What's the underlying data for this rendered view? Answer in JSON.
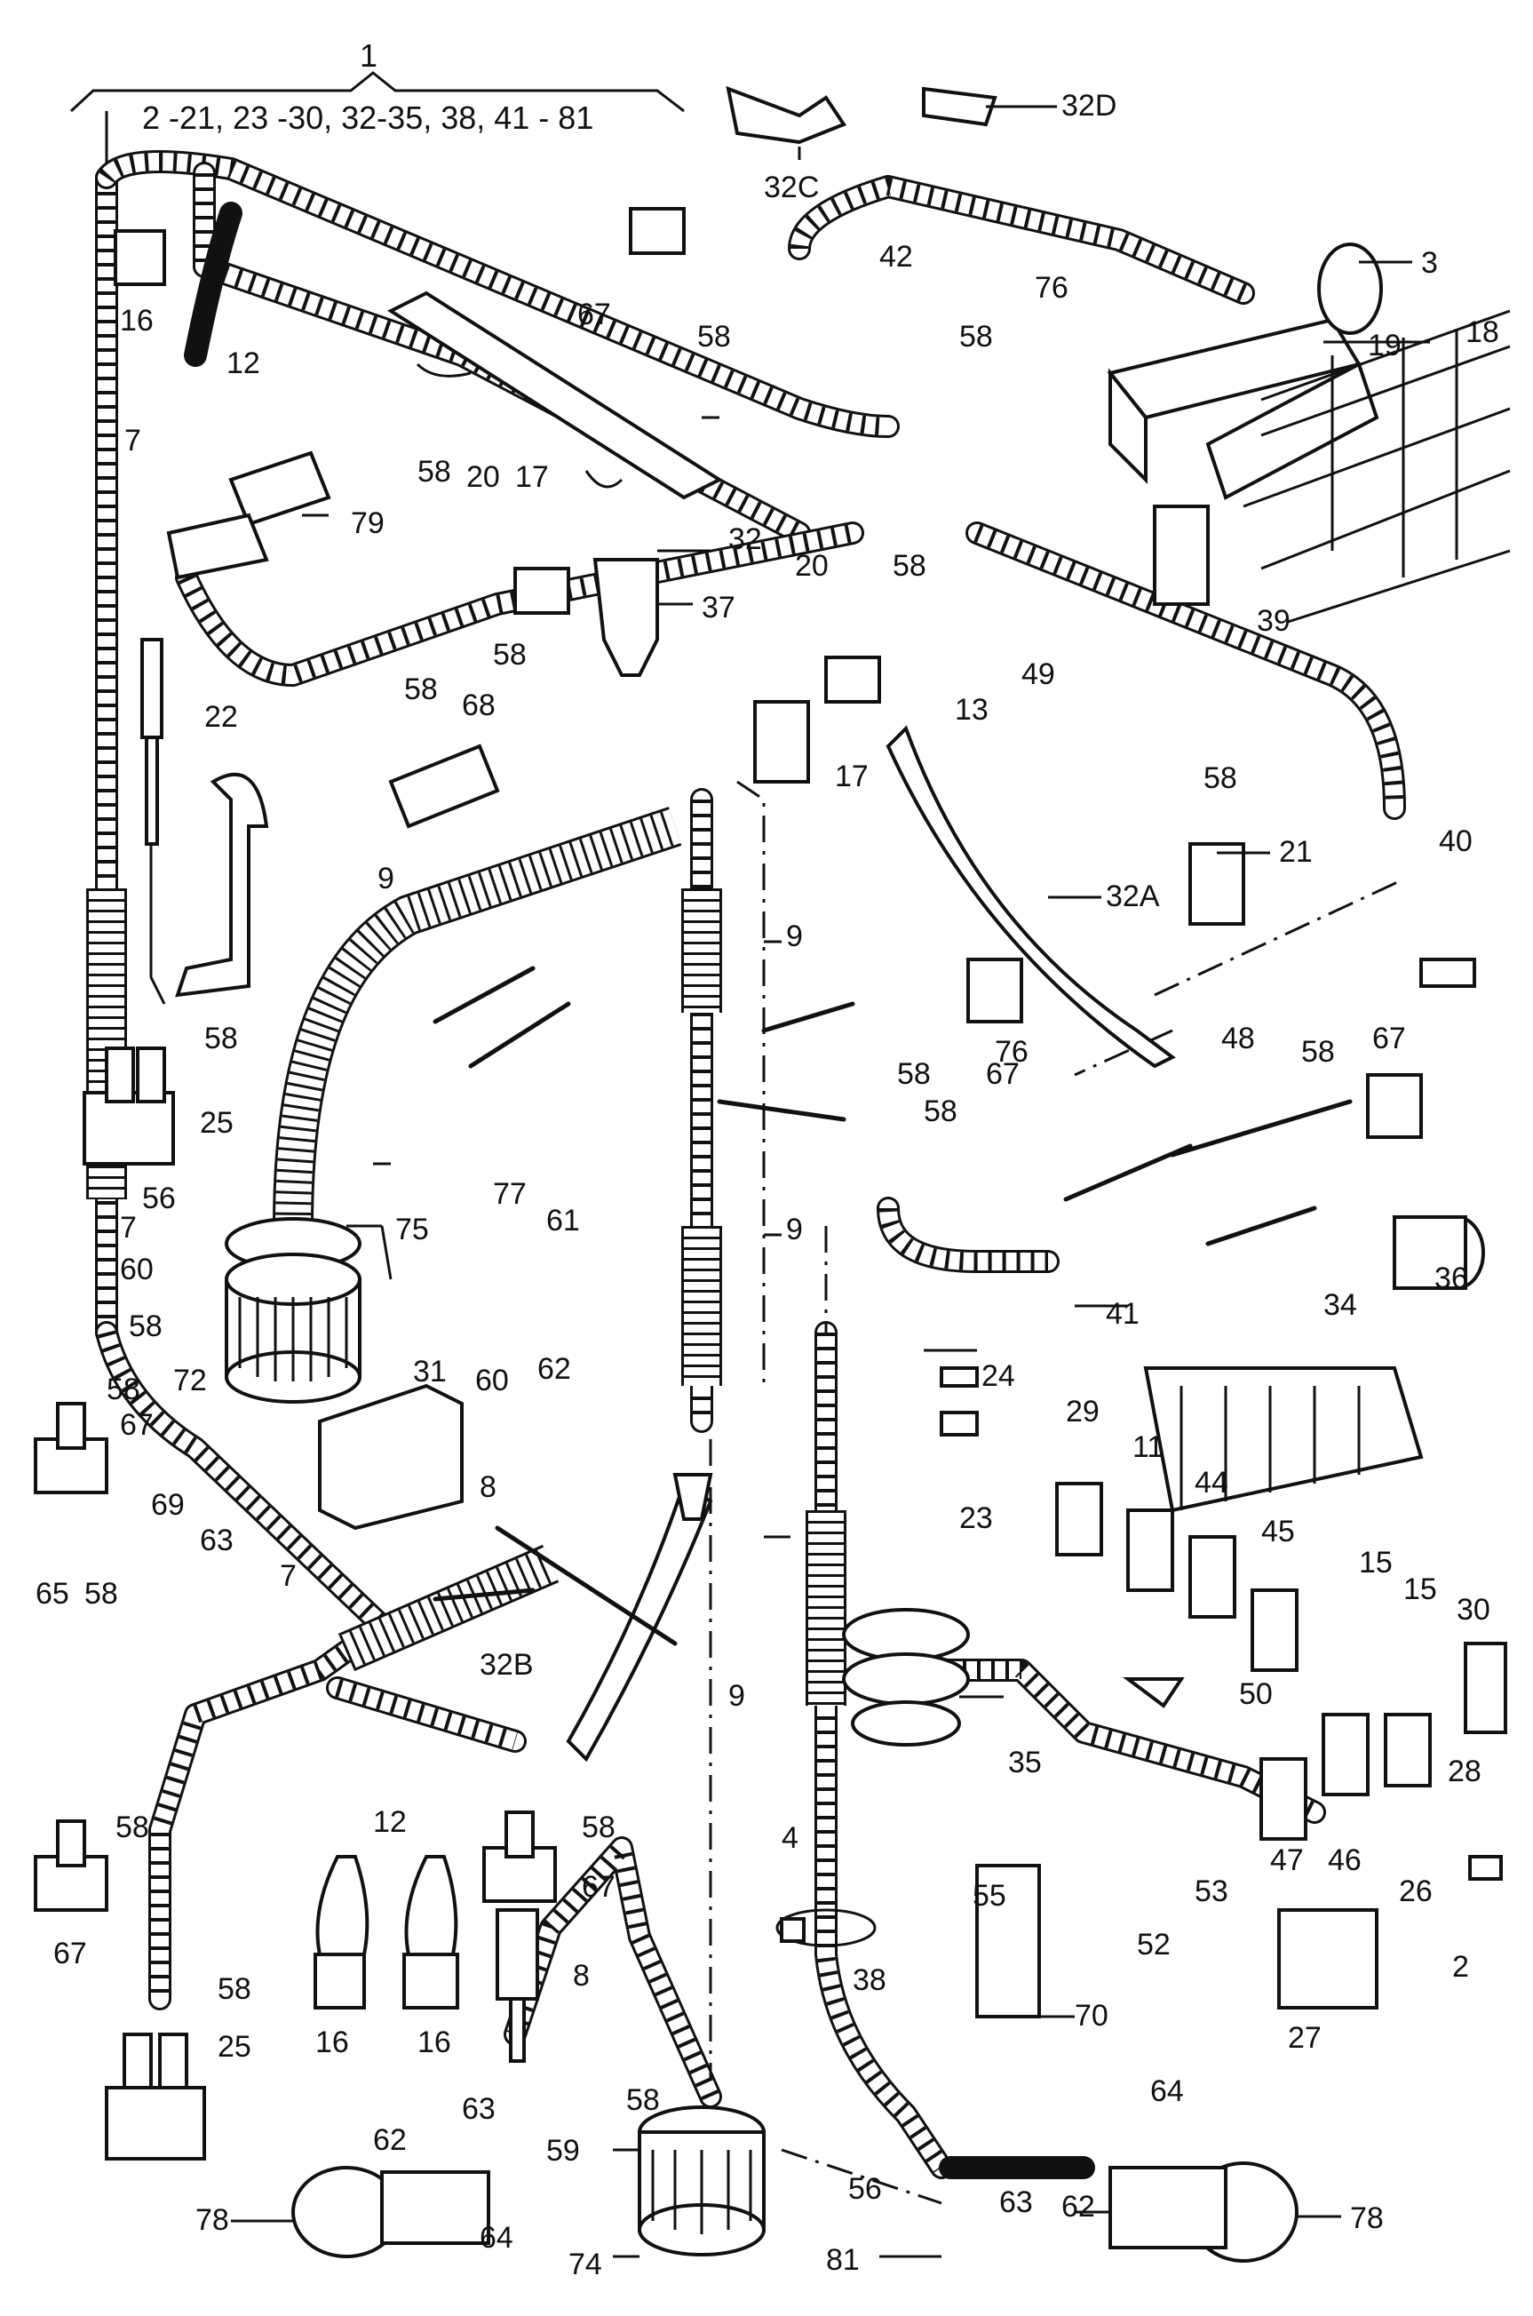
{
  "header": {
    "assembly_number": "1",
    "assembly_range": "2 -21, 23 -30, 32-35, 38, 41 - 81"
  },
  "labels": [
    {
      "id": "3",
      "text": "3"
    },
    {
      "id": "18",
      "text": "18"
    },
    {
      "id": "19",
      "text": "19"
    },
    {
      "id": "32C",
      "text": "32C"
    },
    {
      "id": "32D",
      "text": "32D"
    },
    {
      "id": "42",
      "text": "42"
    },
    {
      "id": "76a",
      "text": "76"
    },
    {
      "id": "67a",
      "text": "67"
    },
    {
      "id": "58a",
      "text": "58"
    },
    {
      "id": "58b",
      "text": "58"
    },
    {
      "id": "16a",
      "text": "16"
    },
    {
      "id": "12a",
      "text": "12"
    },
    {
      "id": "7a",
      "text": "7"
    },
    {
      "id": "58c",
      "text": "58"
    },
    {
      "id": "79",
      "text": "79"
    },
    {
      "id": "20a",
      "text": "20"
    },
    {
      "id": "17a",
      "text": "17"
    },
    {
      "id": "32",
      "text": "32"
    },
    {
      "id": "37",
      "text": "37"
    },
    {
      "id": "58d",
      "text": "58"
    },
    {
      "id": "39",
      "text": "39"
    },
    {
      "id": "20b",
      "text": "20"
    },
    {
      "id": "58e",
      "text": "58"
    },
    {
      "id": "58f",
      "text": "58"
    },
    {
      "id": "68",
      "text": "68"
    },
    {
      "id": "17b",
      "text": "17"
    },
    {
      "id": "13",
      "text": "13"
    },
    {
      "id": "49",
      "text": "49"
    },
    {
      "id": "22",
      "text": "22"
    },
    {
      "id": "58g",
      "text": "58"
    },
    {
      "id": "21",
      "text": "21"
    },
    {
      "id": "40",
      "text": "40"
    },
    {
      "id": "32A",
      "text": "32A"
    },
    {
      "id": "9a",
      "text": "9"
    },
    {
      "id": "9b",
      "text": "9"
    },
    {
      "id": "58h",
      "text": "58"
    },
    {
      "id": "25a",
      "text": "25"
    },
    {
      "id": "58i",
      "text": "58"
    },
    {
      "id": "67b",
      "text": "67"
    },
    {
      "id": "76b",
      "text": "76"
    },
    {
      "id": "48",
      "text": "48"
    },
    {
      "id": "58j",
      "text": "58"
    },
    {
      "id": "67c",
      "text": "67"
    },
    {
      "id": "58k",
      "text": "58"
    },
    {
      "id": "56a",
      "text": "56"
    },
    {
      "id": "77",
      "text": "77"
    },
    {
      "id": "61",
      "text": "61"
    },
    {
      "id": "75",
      "text": "75"
    },
    {
      "id": "9c",
      "text": "9"
    },
    {
      "id": "7b",
      "text": "7"
    },
    {
      "id": "60a",
      "text": "60"
    },
    {
      "id": "58l",
      "text": "58"
    },
    {
      "id": "72",
      "text": "72"
    },
    {
      "id": "60b",
      "text": "60"
    },
    {
      "id": "62a",
      "text": "62"
    },
    {
      "id": "41",
      "text": "41"
    },
    {
      "id": "34",
      "text": "34"
    },
    {
      "id": "36",
      "text": "36"
    },
    {
      "id": "58m",
      "text": "58"
    },
    {
      "id": "67d",
      "text": "67"
    },
    {
      "id": "31",
      "text": "31"
    },
    {
      "id": "24",
      "text": "24"
    },
    {
      "id": "29",
      "text": "29"
    },
    {
      "id": "11",
      "text": "11"
    },
    {
      "id": "23",
      "text": "23"
    },
    {
      "id": "44",
      "text": "44"
    },
    {
      "id": "45",
      "text": "45"
    },
    {
      "id": "8a",
      "text": "8"
    },
    {
      "id": "69",
      "text": "69"
    },
    {
      "id": "63a",
      "text": "63"
    },
    {
      "id": "7c",
      "text": "7"
    },
    {
      "id": "15a",
      "text": "15"
    },
    {
      "id": "15b",
      "text": "15"
    },
    {
      "id": "65",
      "text": "65"
    },
    {
      "id": "58n",
      "text": "58"
    },
    {
      "id": "30",
      "text": "30"
    },
    {
      "id": "32B",
      "text": "32B"
    },
    {
      "id": "9d",
      "text": "9"
    },
    {
      "id": "50",
      "text": "50"
    },
    {
      "id": "28",
      "text": "28"
    },
    {
      "id": "35",
      "text": "35"
    },
    {
      "id": "58o",
      "text": "58"
    },
    {
      "id": "58p",
      "text": "58"
    },
    {
      "id": "67e",
      "text": "67"
    },
    {
      "id": "67f",
      "text": "67"
    },
    {
      "id": "4",
      "text": "4"
    },
    {
      "id": "55",
      "text": "55"
    },
    {
      "id": "53",
      "text": "53"
    },
    {
      "id": "47",
      "text": "47"
    },
    {
      "id": "46",
      "text": "46"
    },
    {
      "id": "26",
      "text": "26"
    },
    {
      "id": "12b",
      "text": "12"
    },
    {
      "id": "52",
      "text": "52"
    },
    {
      "id": "2",
      "text": "2"
    },
    {
      "id": "58q",
      "text": "58"
    },
    {
      "id": "8b",
      "text": "8"
    },
    {
      "id": "38",
      "text": "38"
    },
    {
      "id": "25b",
      "text": "25"
    },
    {
      "id": "70",
      "text": "70"
    },
    {
      "id": "16b",
      "text": "16"
    },
    {
      "id": "16c",
      "text": "16"
    },
    {
      "id": "27",
      "text": "27"
    },
    {
      "id": "62b",
      "text": "62"
    },
    {
      "id": "63b",
      "text": "63"
    },
    {
      "id": "58r",
      "text": "58"
    },
    {
      "id": "64a",
      "text": "64"
    },
    {
      "id": "59",
      "text": "59"
    },
    {
      "id": "56b",
      "text": "56"
    },
    {
      "id": "63c",
      "text": "63"
    },
    {
      "id": "62c",
      "text": "62"
    },
    {
      "id": "78a",
      "text": "78"
    },
    {
      "id": "64b",
      "text": "64"
    },
    {
      "id": "74",
      "text": "74"
    },
    {
      "id": "81",
      "text": "81"
    },
    {
      "id": "78b",
      "text": "78"
    }
  ]
}
